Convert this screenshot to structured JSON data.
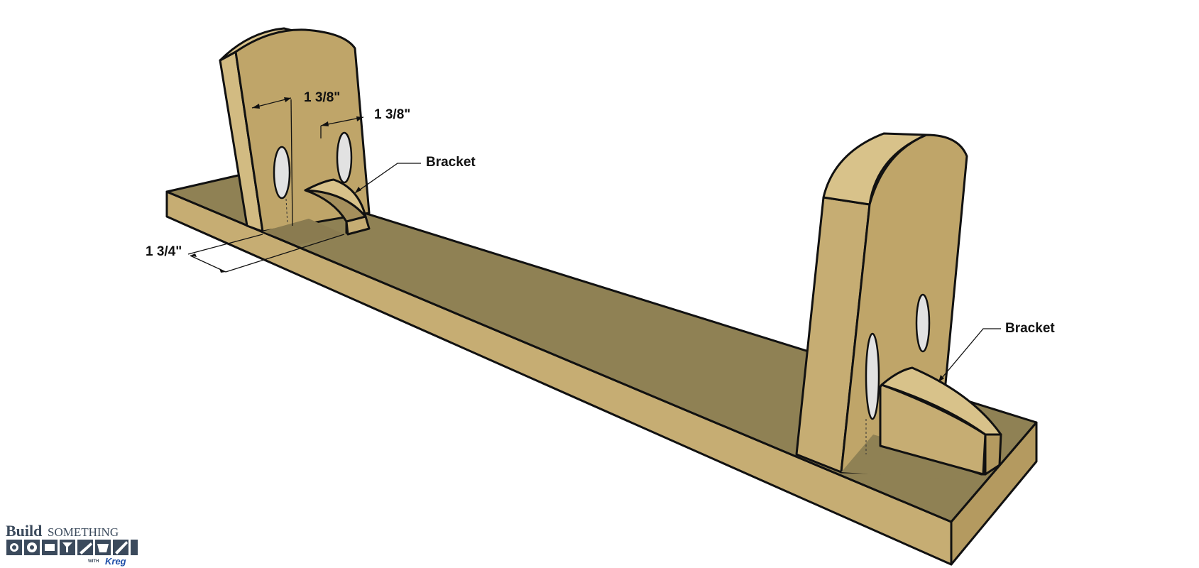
{
  "labels": {
    "dim_top_left": "1 3/8\"",
    "dim_top_right": "1 3/8\"",
    "dim_bottom": "1 3/4\"",
    "bracket_left": "Bracket",
    "bracket_right": "Bracket"
  },
  "logo": {
    "build": "Build",
    "something": "SOMETHING",
    "with": "WITH",
    "brand": "Kreg"
  },
  "colors": {
    "wood_top": "#8f8154",
    "wood_front": "#c6ad73",
    "wood_face": "#bfa569",
    "wood_shade": "#a58f5c",
    "wood_light": "#d8c28a",
    "edge": "#111111",
    "hole": "#e2e2e2"
  }
}
